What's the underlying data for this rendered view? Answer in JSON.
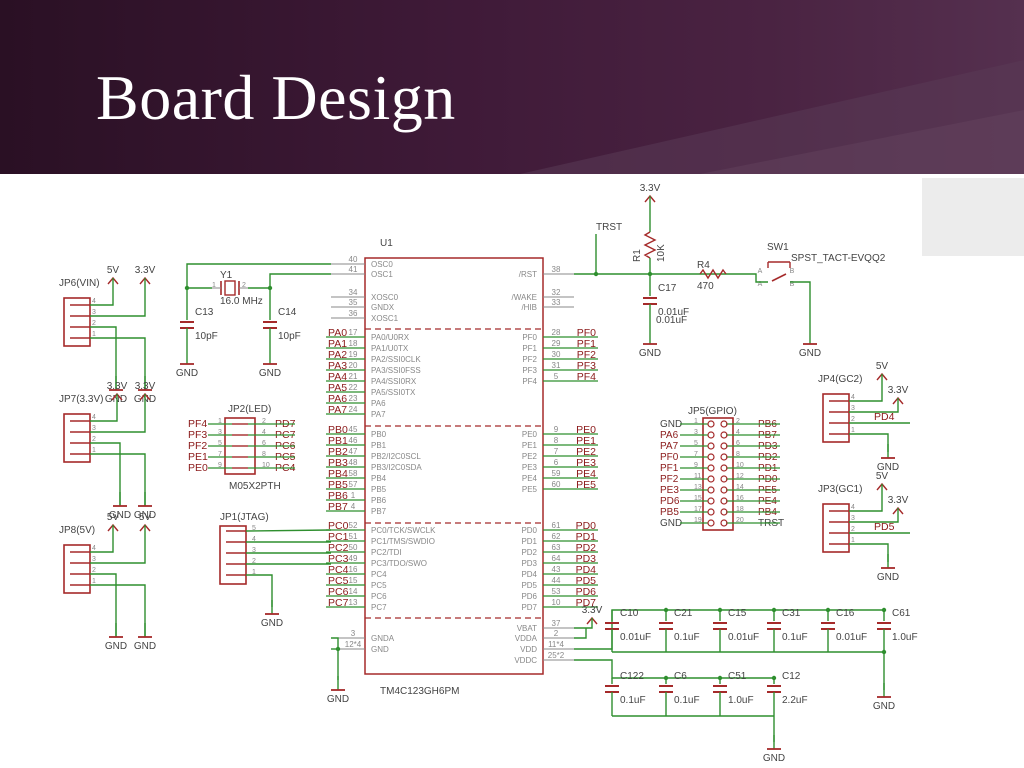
{
  "slide": {
    "title": "Board Design"
  },
  "colors": {
    "header_bg": "#3f1a38",
    "wire": "#2f8f2f",
    "part": "#a52a2a",
    "label": "#8b1a1a",
    "pin": "#888888",
    "text": "#444444"
  },
  "schematic": {
    "mcu": {
      "ref": "U1",
      "value": "TM4C123GH6PM",
      "left_pins": [
        {
          "n": "40",
          "name": "OSC0"
        },
        {
          "n": "41",
          "name": "OSC1"
        },
        {
          "n": "34",
          "name": "XOSC0"
        },
        {
          "n": "35",
          "name": "GNDX"
        },
        {
          "n": "36",
          "name": "XOSC1"
        },
        {
          "n": "17",
          "name": "PA0/U0RX"
        },
        {
          "n": "18",
          "name": "PA1/U0TX"
        },
        {
          "n": "19",
          "name": "PA2/SSI0CLK"
        },
        {
          "n": "20",
          "name": "PA3/SSI0FSS"
        },
        {
          "n": "21",
          "name": "PA4/SSI0RX"
        },
        {
          "n": "22",
          "name": "PA5/SSI0TX"
        },
        {
          "n": "23",
          "name": "PA6"
        },
        {
          "n": "24",
          "name": "PA7"
        },
        {
          "n": "45",
          "name": "PB0"
        },
        {
          "n": "46",
          "name": "PB1"
        },
        {
          "n": "47",
          "name": "PB2/I2C0SCL"
        },
        {
          "n": "48",
          "name": "PB3/I2C0SDA"
        },
        {
          "n": "58",
          "name": "PB4"
        },
        {
          "n": "57",
          "name": "PB5"
        },
        {
          "n": "1",
          "name": "PB6"
        },
        {
          "n": "4",
          "name": "PB7"
        },
        {
          "n": "52",
          "name": "PC0/TCK/SWCLK"
        },
        {
          "n": "51",
          "name": "PC1/TMS/SWDIO"
        },
        {
          "n": "50",
          "name": "PC2/TDI"
        },
        {
          "n": "49",
          "name": "PC3/TDO/SWO"
        },
        {
          "n": "16",
          "name": "PC4"
        },
        {
          "n": "15",
          "name": "PC5"
        },
        {
          "n": "14",
          "name": "PC6"
        },
        {
          "n": "13",
          "name": "PC7"
        },
        {
          "n": "3",
          "name": "GNDA"
        },
        {
          "n": "12*4",
          "name": "GND"
        }
      ],
      "left_nets": [
        "PA0",
        "PA1",
        "PA2",
        "PA3",
        "PA4",
        "PA5",
        "PA6",
        "PA7",
        "PB0",
        "PB1",
        "PB2",
        "PB3",
        "PB4",
        "PB5",
        "PB6",
        "PB7",
        "PC0",
        "PC1",
        "PC2",
        "PC3",
        "PC4",
        "PC5",
        "PC6",
        "PC7"
      ],
      "right_pins": [
        {
          "n": "38",
          "name": "/RST"
        },
        {
          "n": "32",
          "name": "/WAKE"
        },
        {
          "n": "33",
          "name": "/HIB"
        },
        {
          "n": "28",
          "name": "PF0",
          "net": "PF0"
        },
        {
          "n": "29",
          "name": "PF1",
          "net": "PF1"
        },
        {
          "n": "30",
          "name": "PF2",
          "net": "PF2"
        },
        {
          "n": "31",
          "name": "PF3",
          "net": "PF3"
        },
        {
          "n": "5",
          "name": "PF4",
          "net": "PF4"
        },
        {
          "n": "9",
          "name": "PE0",
          "net": "PE0"
        },
        {
          "n": "8",
          "name": "PE1",
          "net": "PE1"
        },
        {
          "n": "7",
          "name": "PE2",
          "net": "PE2"
        },
        {
          "n": "6",
          "name": "PE3",
          "net": "PE3"
        },
        {
          "n": "59",
          "name": "PE4",
          "net": "PE4"
        },
        {
          "n": "60",
          "name": "PE5",
          "net": "PE5"
        },
        {
          "n": "61",
          "name": "PD0",
          "net": "PD0"
        },
        {
          "n": "62",
          "name": "PD1",
          "net": "PD1"
        },
        {
          "n": "63",
          "name": "PD2",
          "net": "PD2"
        },
        {
          "n": "64",
          "name": "PD3",
          "net": "PD3"
        },
        {
          "n": "43",
          "name": "PD4",
          "net": "PD4"
        },
        {
          "n": "44",
          "name": "PD5",
          "net": "PD5"
        },
        {
          "n": "53",
          "name": "PD6",
          "net": "PD6"
        },
        {
          "n": "10",
          "name": "PD7",
          "net": "PD7"
        },
        {
          "n": "37",
          "name": "VBAT"
        },
        {
          "n": "2",
          "name": "VDDA"
        },
        {
          "n": "11*4",
          "name": "VDD"
        },
        {
          "n": "25*2",
          "name": "VDDC"
        }
      ]
    },
    "crystal": {
      "ref": "Y1",
      "freq": "16.0 MHz",
      "pin1": "1",
      "pin2": "2"
    },
    "c13": {
      "ref": "C13",
      "value": "10pF"
    },
    "c14": {
      "ref": "C14",
      "value": "10pF"
    },
    "r1": {
      "ref": "R1",
      "value": "10K"
    },
    "r4": {
      "ref": "R4",
      "value": "470"
    },
    "c17": {
      "ref": "C17",
      "value": "0.01uF"
    },
    "sw1": {
      "ref": "SW1",
      "value": "SPST_TACT-EVQQ2",
      "a": "A",
      "b": "B",
      "a2": "A",
      "b2": "B"
    },
    "nets": {
      "trst": "TRST",
      "v33": "3.3V",
      "v5": "5V",
      "gnd": "GND"
    },
    "jp6": {
      "ref": "JP6(VIN)",
      "pins": [
        "4",
        "3",
        "2",
        "1"
      ],
      "rails": [
        "5V",
        "3.3V"
      ]
    },
    "jp7": {
      "ref": "JP7(3.3V)",
      "pins": [
        "4",
        "3",
        "2",
        "1"
      ],
      "rails": [
        "3.3V",
        "3.3V"
      ]
    },
    "jp8": {
      "ref": "JP8(5V)",
      "pins": [
        "4",
        "3",
        "2",
        "1"
      ],
      "rails": [
        "5V",
        "5V"
      ]
    },
    "jp2": {
      "ref": "JP2(LED)",
      "value": "M05X2PTH",
      "left": [
        "PF4",
        "PF3",
        "PF2",
        "PE1",
        "PE0"
      ],
      "right": [
        "PD7",
        "PC7",
        "PC6",
        "PC5",
        "PC4"
      ],
      "lpins": [
        "1",
        "3",
        "5",
        "7",
        "9"
      ],
      "rpins": [
        "2",
        "4",
        "6",
        "8",
        "10"
      ]
    },
    "jp1": {
      "ref": "JP1(JTAG)",
      "pins": [
        "5",
        "4",
        "3",
        "2",
        "1"
      ]
    },
    "jp5": {
      "ref": "JP5(GPIO)",
      "left": [
        "GND",
        "PA6",
        "PA7",
        "PF0",
        "PF1",
        "PF2",
        "PE3",
        "PD6",
        "PB5",
        "GND"
      ],
      "right": [
        "PB6",
        "PB7",
        "PD3",
        "PD2",
        "PD1",
        "PD0",
        "PE5",
        "PE4",
        "PB4",
        "TRST"
      ],
      "lpins": [
        "1",
        "3",
        "5",
        "7",
        "9",
        "11",
        "13",
        "15",
        "17",
        "19"
      ],
      "rpins": [
        "2",
        "4",
        "6",
        "8",
        "10",
        "12",
        "14",
        "16",
        "18",
        "20"
      ]
    },
    "jp4": {
      "ref": "JP4(GC2)",
      "pins": [
        "4",
        "3",
        "2",
        "1"
      ],
      "rails": [
        "5V",
        "3.3V"
      ],
      "net": "PD4"
    },
    "jp3": {
      "ref": "JP3(GC1)",
      "pins": [
        "4",
        "3",
        "2",
        "1"
      ],
      "rails": [
        "5V",
        "3.3V"
      ],
      "net": "PD5"
    },
    "decoupling_top": [
      {
        "ref": "C10",
        "value": "0.01uF"
      },
      {
        "ref": "C21",
        "value": "0.1uF"
      },
      {
        "ref": "C15",
        "value": "0.01uF"
      },
      {
        "ref": "C31",
        "value": "0.1uF"
      },
      {
        "ref": "C16",
        "value": "0.01uF"
      },
      {
        "ref": "C61",
        "value": "1.0uF"
      }
    ],
    "decoupling_bottom": [
      {
        "ref": "C122",
        "value": "0.1uF"
      },
      {
        "ref": "C6",
        "value": "0.1uF"
      },
      {
        "ref": "C51",
        "value": "1.0uF"
      },
      {
        "ref": "C12",
        "value": "2.2uF"
      }
    ]
  }
}
